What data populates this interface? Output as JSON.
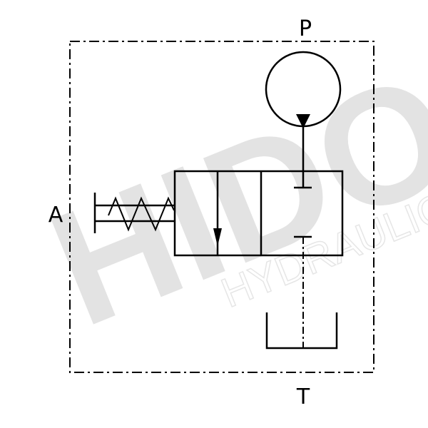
{
  "ports": {
    "pressure": "P",
    "actuator": "A",
    "tank": "T"
  },
  "watermark": {
    "brand": "HIDO",
    "subtitle": "HYDRAULIC"
  },
  "colors": {
    "line": "#000000",
    "watermark": "#e3e3e3"
  }
}
